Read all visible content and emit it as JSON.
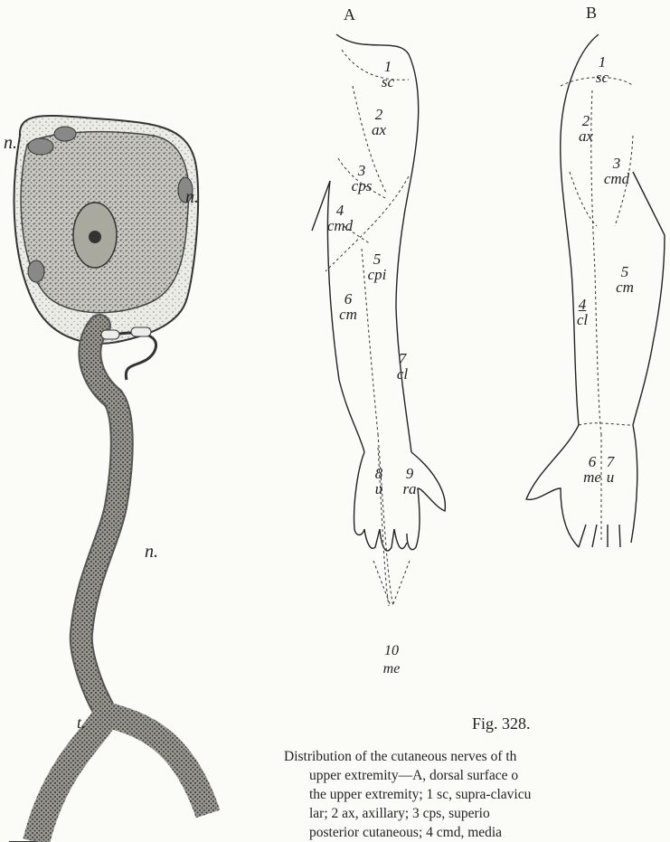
{
  "figure": {
    "panel_a_label": "A",
    "panel_b_label": "B",
    "cell_labels": [
      "n.",
      "n.",
      "n.",
      "t."
    ],
    "arm_a_labels": [
      {
        "num": "1",
        "abbr": "sc"
      },
      {
        "num": "2",
        "abbr": "ax"
      },
      {
        "num": "3",
        "abbr": "cps"
      },
      {
        "num": "4",
        "abbr": "cmd"
      },
      {
        "num": "5",
        "abbr": "cpi"
      },
      {
        "num": "6",
        "abbr": "cm"
      },
      {
        "num": "7",
        "abbr": "cl"
      },
      {
        "num": "8",
        "abbr": "u"
      },
      {
        "num": "9",
        "abbr": "ra"
      },
      {
        "num": "10",
        "abbr": "me"
      }
    ],
    "arm_b_labels": [
      {
        "num": "1",
        "abbr": "sc"
      },
      {
        "num": "2",
        "abbr": "ax"
      },
      {
        "num": "3",
        "abbr": "cmd"
      },
      {
        "num": "5",
        "abbr": "cm"
      },
      {
        "num": "4",
        "abbr": "cl"
      },
      {
        "num": "6",
        "abbr": "me"
      },
      {
        "num": "7",
        "abbr": "u"
      }
    ]
  },
  "caption": {
    "fig_number": "Fig. 328.",
    "lines": [
      "Distribution of the cutaneous nerves of th",
      "upper extremity—A, dorsal surface o",
      "the upper extremity; 1 sc, supra-clavicu",
      "lar;  2 ax,  axillary;  3 cps,  superio",
      "posterior  cutaneous;  4 cmd,  media"
    ]
  }
}
